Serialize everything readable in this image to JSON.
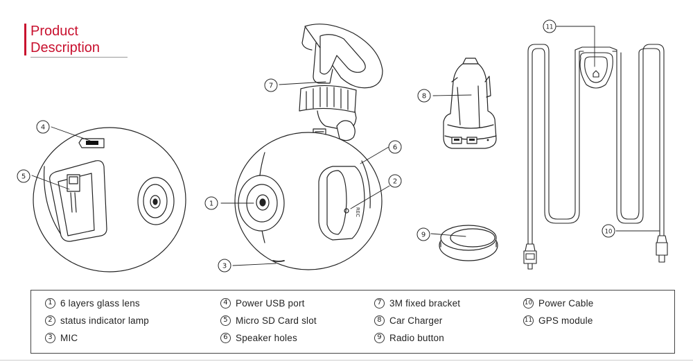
{
  "title": {
    "line1": "Product",
    "line2": "Description"
  },
  "colors": {
    "accent": "#c8102e",
    "stroke": "#222222",
    "callout_fill": "#ffffff"
  },
  "callouts": [
    "1",
    "2",
    "3",
    "4",
    "5",
    "6",
    "7",
    "8",
    "9",
    "10",
    "11"
  ],
  "device_texts": {
    "rec": "REC"
  },
  "legend": [
    {
      "num": "1",
      "label": "6 layers glass lens"
    },
    {
      "num": "2",
      "label": "status indicator lamp"
    },
    {
      "num": "3",
      "label": "MIC"
    },
    {
      "num": "4",
      "label": "Power USB port"
    },
    {
      "num": "5",
      "label": "Micro SD Card slot"
    },
    {
      "num": "6",
      "label": "Speaker holes"
    },
    {
      "num": "7",
      "label": "3M fixed bracket"
    },
    {
      "num": "8",
      "label": "Car Charger"
    },
    {
      "num": "9",
      "label": "Radio button"
    },
    {
      "num": "10",
      "label": "Power Cable"
    },
    {
      "num": "11",
      "label": "GPS module"
    }
  ]
}
